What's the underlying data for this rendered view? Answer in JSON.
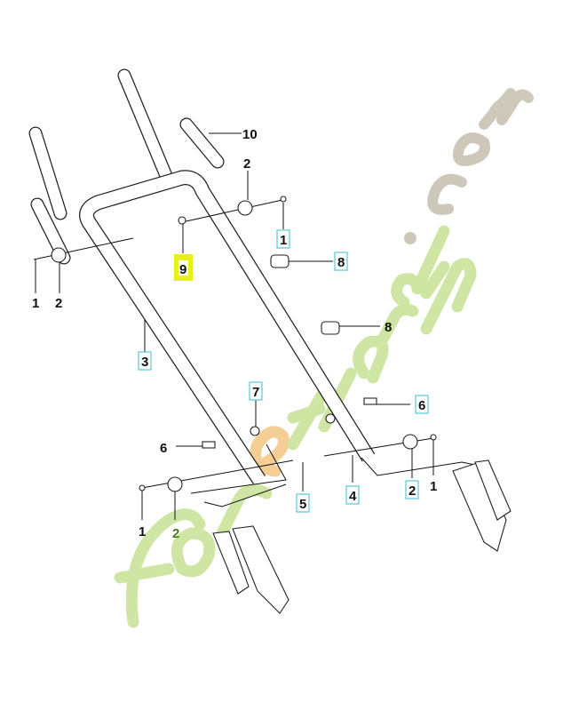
{
  "diagram": {
    "watermark": {
      "text_main": "foretjardin",
      "text_suffix": ".com",
      "colors": {
        "green": "#c9e39a",
        "orange": "#f5c98a",
        "gray": "#c9c3b4"
      }
    },
    "callouts": [
      {
        "id": "10",
        "label": "10",
        "style": "plain"
      },
      {
        "id": "2-top",
        "label": "2",
        "style": "plain"
      },
      {
        "id": "1-top-right",
        "label": "1",
        "style": "boxed"
      },
      {
        "id": "8-top",
        "label": "8",
        "style": "boxed"
      },
      {
        "id": "9",
        "label": "9",
        "style": "highlighted"
      },
      {
        "id": "1-left",
        "label": "1",
        "style": "plain"
      },
      {
        "id": "2-left",
        "label": "2",
        "style": "plain"
      },
      {
        "id": "8-mid",
        "label": "8",
        "style": "plain"
      },
      {
        "id": "3",
        "label": "3",
        "style": "boxed"
      },
      {
        "id": "7",
        "label": "7",
        "style": "boxed"
      },
      {
        "id": "6-right",
        "label": "6",
        "style": "boxed"
      },
      {
        "id": "6-left",
        "label": "6",
        "style": "plain"
      },
      {
        "id": "2-right",
        "label": "2",
        "style": "boxed"
      },
      {
        "id": "1-right",
        "label": "1",
        "style": "plain"
      },
      {
        "id": "4",
        "label": "4",
        "style": "boxed"
      },
      {
        "id": "5",
        "label": "5",
        "style": "boxed"
      },
      {
        "id": "1-bottom",
        "label": "1",
        "style": "plain"
      },
      {
        "id": "2-bottom",
        "label": "2",
        "style": "green"
      }
    ],
    "colors": {
      "box": "#5bc8d8",
      "highlight": "#e8ef1a",
      "green_label": "#4a7a1e"
    }
  }
}
